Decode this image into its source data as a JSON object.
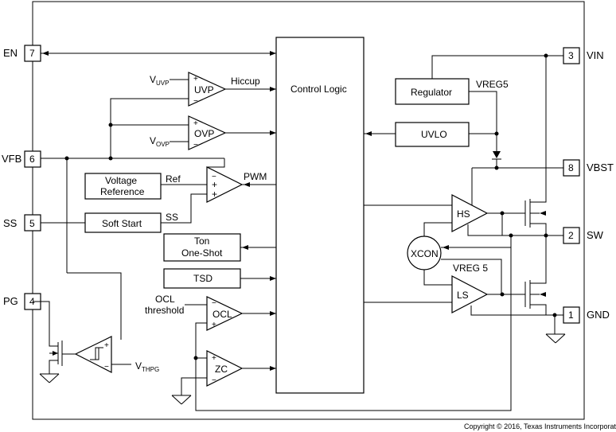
{
  "pins": {
    "en": {
      "name": "EN",
      "num": "7"
    },
    "vfb": {
      "name": "VFB",
      "num": "6"
    },
    "ss": {
      "name": "SS",
      "num": "5"
    },
    "pg": {
      "name": "PG",
      "num": "4"
    },
    "vin": {
      "name": "VIN",
      "num": "3"
    },
    "vbst": {
      "name": "VBST",
      "num": "8"
    },
    "sw": {
      "name": "SW",
      "num": "2"
    },
    "gnd": {
      "name": "GND",
      "num": "1"
    }
  },
  "blocks": {
    "control_logic": "Control Logic",
    "regulator": "Regulator",
    "uvlo": "UVLO",
    "voltage_reference_line1": "Voltage",
    "voltage_reference_line2": "Reference",
    "soft_start": "Soft Start",
    "ton_line1": "Ton",
    "ton_line2": "One-Shot",
    "tsd": "TSD",
    "xcon": "XCON"
  },
  "comparators": {
    "uvp": "UVP",
    "ovp": "OVP",
    "ocl": "OCL",
    "zc": "ZC",
    "hs": "HS",
    "ls": "LS"
  },
  "signals": {
    "hiccup": "Hiccup",
    "vreg5": "VREG5",
    "vreg5_ls": "VREG 5",
    "ref": "Ref",
    "pwm": "PWM",
    "ss": "SS",
    "ocl_threshold_line1": "OCL",
    "ocl_threshold_line2": "threshold",
    "v": "V",
    "uvp_sub": "UVP",
    "ovp_sub": "OVP",
    "thpg_sub": "THPG"
  },
  "copyright": "Copyright © 2016, Texas Instruments Incorporated"
}
